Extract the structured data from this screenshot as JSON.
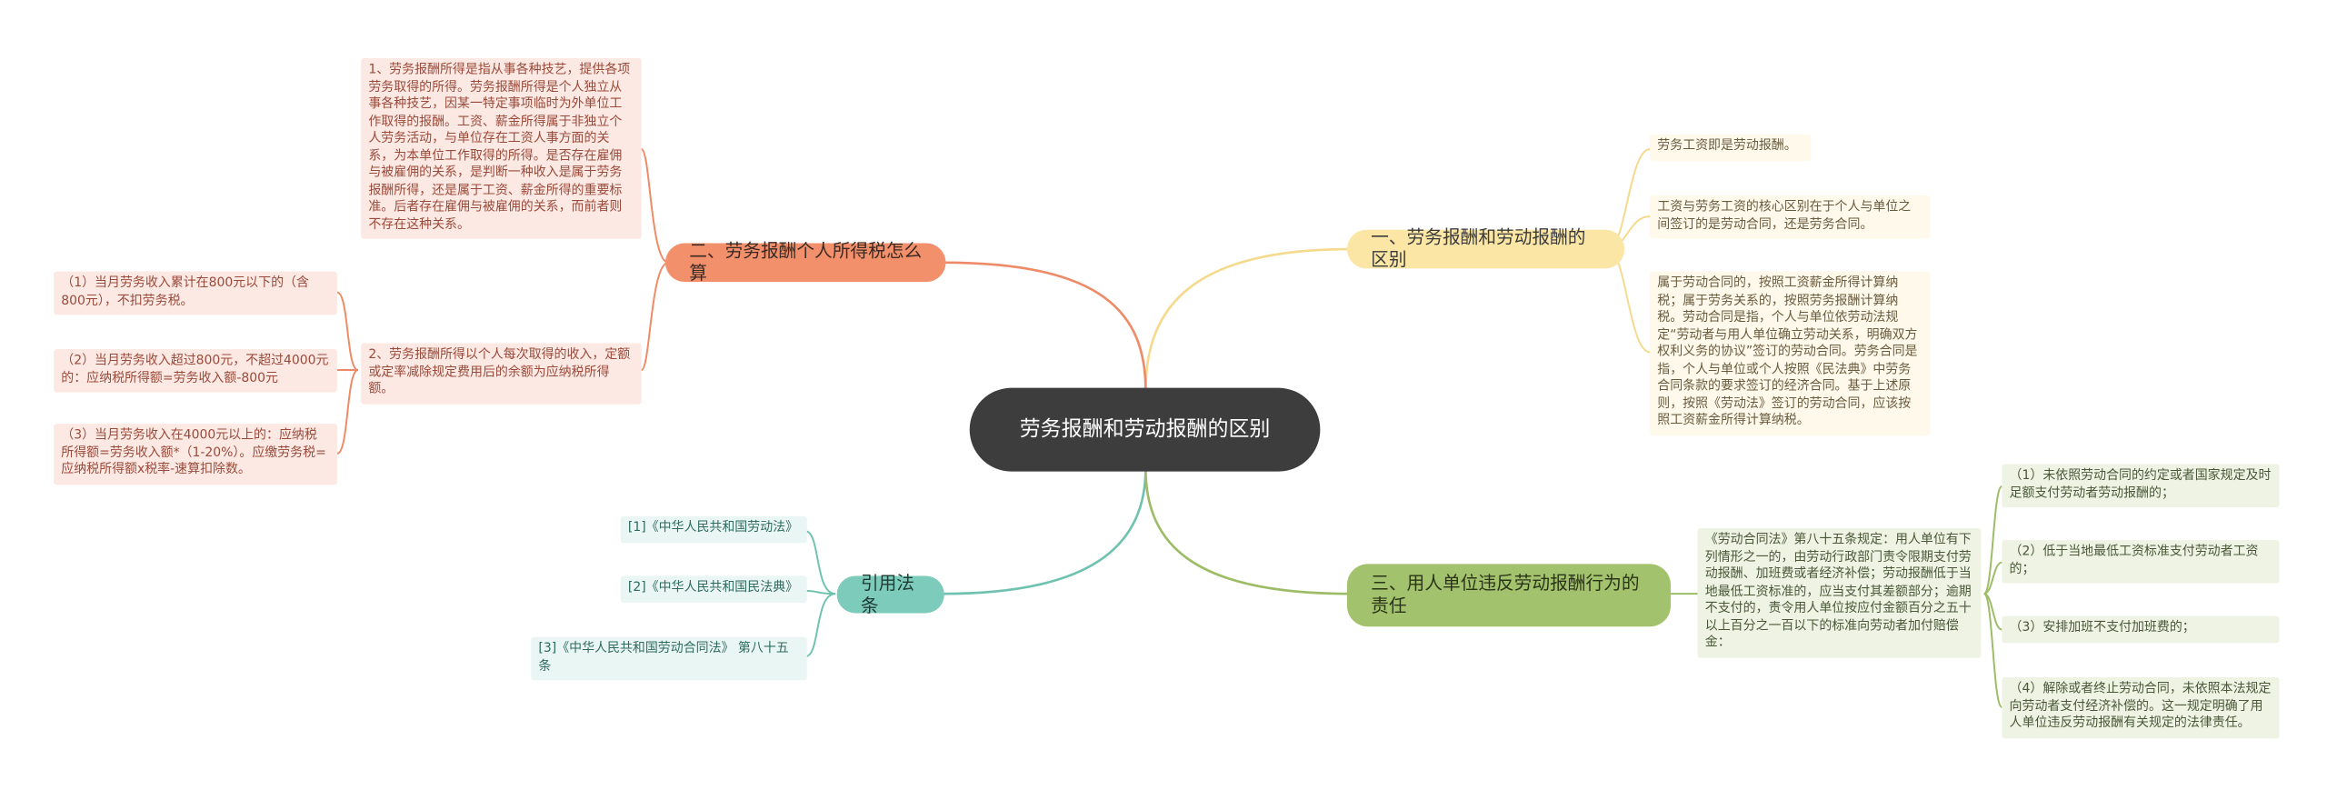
{
  "root": {
    "title": "劳务报酬和劳动报酬的区别"
  },
  "branches": {
    "b1": {
      "label": "一、劳务报酬和劳动报酬的区别",
      "leaves": [
        "劳务工资即是劳动报酬。",
        "工资与劳务工资的核心区别在于个人与单位之间签订的是劳动合同，还是劳务合同。",
        "属于劳动合同的，按照工资薪金所得计算纳税；属于劳务关系的，按照劳务报酬计算纳税。劳动合同是指，个人与单位依劳动法规定“劳动者与用人单位确立劳动关系，明确双方权利义务的协议”签订的劳动合同。劳务合同是指，个人与单位或个人按照《民法典》中劳务合同条款的要求签订的经济合同。基于上述原则，按照《劳动法》签订的劳动合同，应该按照工资薪金所得计算纳税。"
      ]
    },
    "b2": {
      "label": "二、劳务报酬个人所得税怎么算",
      "leaves": [
        "1、劳务报酬所得是指从事各种技艺，提供各项劳务取得的所得。劳务报酬所得是个人独立从事各种技艺，因某一特定事项临时为外单位工作取得的报酬。工资、薪金所得属于非独立个人劳务活动，与单位存在工资人事方面的关系，为本单位工作取得的所得。是否存在雇佣与被雇佣的关系，是判断一种收入是属于劳务报酬所得，还是属于工资、薪金所得的重要标准。后者存在雇佣与被雇佣的关系，而前者则不存在这种关系。",
        "2、劳务报酬所得以个人每次取得的收入，定额或定率减除规定费用后的余额为应纳税所得额。"
      ],
      "subleaves": [
        "（1）当月劳务收入累计在800元以下的（含800元），不扣劳务税。",
        "（2）当月劳务收入超过800元，不超过4000元的：应纳税所得额=劳务收入额-800元",
        "（3）当月劳务收入在4000元以上的：应纳税所得额=劳务收入额*（1-20%）。应缴劳务税=应纳税所得额x税率-速算扣除数。"
      ]
    },
    "b3": {
      "label": "引用法条",
      "leaves": [
        "[1]《中华人民共和国劳动法》",
        "[2]《中华人民共和国民法典》",
        "[3]《中华人民共和国劳动合同法》 第八十五条"
      ]
    },
    "b4": {
      "label": "三、用人单位违反劳动报酬行为的责任",
      "mid": "《劳动合同法》第八十五条规定：用人单位有下列情形之一的，由劳动行政部门责令限期支付劳动报酬、加班费或者经济补偿；劳动报酬低于当地最低工资标准的，应当支付其差额部分；逾期不支付的，责令用人单位按应付金额百分之五十以上百分之一百以下的标准向劳动者加付赔偿金：",
      "leaves": [
        "（1）未依照劳动合同的约定或者国家规定及时足额支付劳动者劳动报酬的；",
        "（2）低于当地最低工资标准支付劳动者工资的；",
        "（3）安排加班不支付加班费的；",
        "（4）解除或者终止劳动合同，未依照本法规定向劳动者支付经济补偿的。这一规定明确了用人单位违反劳动报酬有关规定的法律责任。"
      ]
    }
  },
  "colors": {
    "root": "#3d3d3d",
    "b1": "#fbe6a6",
    "b2": "#f2906c",
    "b3": "#7dcbbb",
    "b4": "#a3c26d",
    "edge_b1": "#f5d98c",
    "edge_b2": "#ef8a66",
    "edge_b3": "#70c2b0",
    "edge_b4": "#9cbc66"
  }
}
